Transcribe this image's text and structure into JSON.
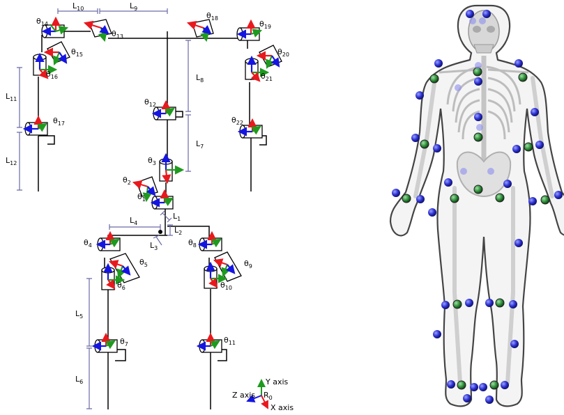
{
  "diagram": {
    "dims": [
      {
        "id": "L1",
        "label": "L",
        "sub": "1"
      },
      {
        "id": "L2",
        "label": "L",
        "sub": "2"
      },
      {
        "id": "L3",
        "label": "L",
        "sub": "3"
      },
      {
        "id": "L4",
        "label": "L",
        "sub": "4"
      },
      {
        "id": "L5",
        "label": "L",
        "sub": "5"
      },
      {
        "id": "L6",
        "label": "L",
        "sub": "6"
      },
      {
        "id": "L7",
        "label": "L",
        "sub": "7"
      },
      {
        "id": "L8",
        "label": "L",
        "sub": "8"
      },
      {
        "id": "L9",
        "label": "L",
        "sub": "9"
      },
      {
        "id": "L10",
        "label": "L",
        "sub": "10"
      },
      {
        "id": "L11",
        "label": "L",
        "sub": "11"
      },
      {
        "id": "L12",
        "label": "L",
        "sub": "12"
      }
    ],
    "joints": [
      {
        "id": "t1",
        "label": "θ",
        "sub": "1"
      },
      {
        "id": "t2",
        "label": "θ",
        "sub": "2"
      },
      {
        "id": "t3",
        "label": "θ",
        "sub": "3"
      },
      {
        "id": "t4",
        "label": "θ",
        "sub": "4"
      },
      {
        "id": "t5",
        "label": "θ",
        "sub": "5"
      },
      {
        "id": "t6",
        "label": "θ",
        "sub": "6"
      },
      {
        "id": "t7",
        "label": "θ",
        "sub": "7"
      },
      {
        "id": "t8",
        "label": "θ",
        "sub": "8"
      },
      {
        "id": "t9",
        "label": "θ",
        "sub": "9"
      },
      {
        "id": "t10",
        "label": "θ",
        "sub": "10"
      },
      {
        "id": "t11",
        "label": "θ",
        "sub": "11"
      },
      {
        "id": "t12",
        "label": "θ",
        "sub": "12"
      },
      {
        "id": "t13",
        "label": "θ",
        "sub": "13"
      },
      {
        "id": "t14",
        "label": "θ",
        "sub": "14"
      },
      {
        "id": "t15",
        "label": "θ",
        "sub": "15"
      },
      {
        "id": "t16",
        "label": "θ",
        "sub": "16"
      },
      {
        "id": "t17",
        "label": "θ",
        "sub": "17"
      },
      {
        "id": "t18",
        "label": "θ",
        "sub": "18"
      },
      {
        "id": "t19",
        "label": "θ",
        "sub": "19"
      },
      {
        "id": "t20",
        "label": "θ",
        "sub": "20"
      },
      {
        "id": "t21",
        "label": "θ",
        "sub": "21"
      },
      {
        "id": "t22",
        "label": "θ",
        "sub": "22"
      }
    ],
    "legend": {
      "y_axis": "Y axis",
      "z_axis": "Z axis",
      "x_axis": "X axis",
      "frame": "R",
      "frame_sub": "0"
    },
    "colors": {
      "x_axis": "#e8191e",
      "y_axis": "#1f9a1f",
      "z_axis": "#1515e0",
      "dimension": "#6a6aa8",
      "marker_blue": "#2b2fd0",
      "marker_green": "#2f8f3a"
    }
  }
}
